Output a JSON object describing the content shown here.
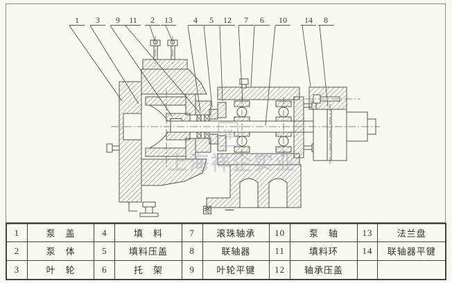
{
  "figure": {
    "caption": "图　一",
    "callout_numbers": [
      "1",
      "3",
      "9",
      "11",
      "2",
      "13",
      "4",
      "5",
      "12",
      "7",
      "6",
      "10",
      "14",
      "8"
    ],
    "watermark_text": "上海祥企实业",
    "watermark_logo_glyph": "祥"
  },
  "colors": {
    "paper": "#faf8f1",
    "drawing_line": "#55544a",
    "table_border": "#45443c",
    "watermark": "#919cb4"
  },
  "parts_table": {
    "rows": [
      [
        {
          "no": "1",
          "name": "泵　盖"
        },
        {
          "no": "4",
          "name": "填　料"
        },
        {
          "no": "7",
          "name": "滚珠轴承"
        },
        {
          "no": "10",
          "name": "泵　轴"
        },
        {
          "no": "13",
          "name": "法兰盘"
        }
      ],
      [
        {
          "no": "2",
          "name": "泵　体"
        },
        {
          "no": "5",
          "name": "填料压盖"
        },
        {
          "no": "8",
          "name": "联轴器"
        },
        {
          "no": "11",
          "name": "填料环"
        },
        {
          "no": "14",
          "name": "联轴器平键"
        }
      ],
      [
        {
          "no": "3",
          "name": "叶　轮"
        },
        {
          "no": "6",
          "name": "托　架"
        },
        {
          "no": "9",
          "name": "叶轮平键"
        },
        {
          "no": "12",
          "name": "轴承压盖"
        },
        {
          "no": "",
          "name": ""
        }
      ]
    ]
  }
}
